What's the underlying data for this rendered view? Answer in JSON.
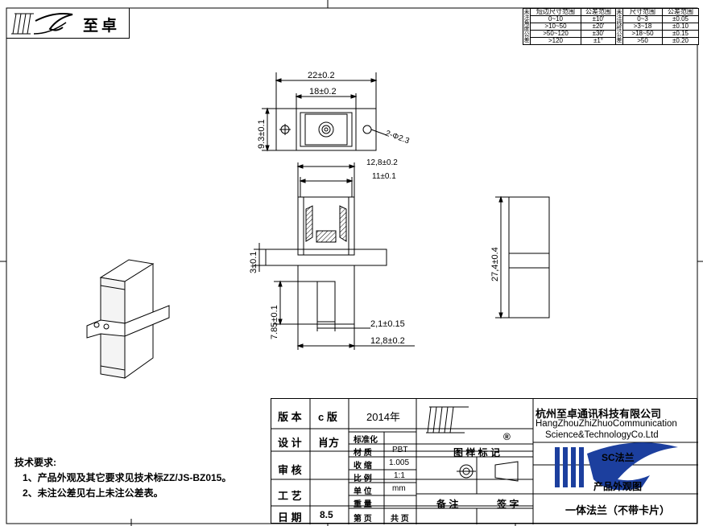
{
  "logo": {
    "company_short": "至卓"
  },
  "tolerance": {
    "angle": {
      "side_label": [
        "未",
        "注",
        "角",
        "度",
        "公",
        "差"
      ],
      "headers": [
        "短边尺寸范围",
        "公差范围"
      ],
      "rows": [
        [
          "0~10",
          "±10'"
        ],
        [
          ">10~50",
          "±20'"
        ],
        [
          ">50~120",
          "±30'"
        ],
        [
          ">120",
          "±1°"
        ]
      ]
    },
    "linear": {
      "side_label": [
        "未",
        "注",
        "线",
        "性",
        "公",
        "差"
      ],
      "headers": [
        "尺寸范围",
        "公差范围"
      ],
      "rows": [
        [
          "0~3",
          "±0.05"
        ],
        [
          ">3~18",
          "±0.10"
        ],
        [
          ">18~50",
          "±0.15"
        ],
        [
          ">50",
          "±0.20"
        ]
      ]
    }
  },
  "dimensions": {
    "top_overall_width": "22±0.2",
    "top_inner_width": "18±0.2",
    "top_height": "9.3±0.1",
    "hole_callout": "2-Φ2.3",
    "front_width_1": "12,8±0.2",
    "front_width_2": "11±0.1",
    "flange_thickness": "3±0.1",
    "front_lower_height": "7.85±0.1",
    "slot_width": "2,1±0.15",
    "front_bottom_width": "12,8±0.2",
    "side_height": "27,4±0.4"
  },
  "notes": {
    "heading": "技术要求:",
    "items": [
      "1、产品外观及其它要求见技术标ZZ/JS-BZ015。",
      "2、未注公差见右上未注公差表。"
    ]
  },
  "title_block": {
    "version_label": "版 本",
    "version_value": "c 版",
    "year": "2014年",
    "design_label": "设 计",
    "designer": "肖方",
    "standard_label": "标准化",
    "review_label": "审 核",
    "process_label": "工 艺",
    "date_label": "日 期",
    "date_value": "8.5",
    "material_label": "材 质",
    "material_value": "PBT",
    "shrink_label": "收 缩",
    "shrink_value": "1.005",
    "scale_label": "比 例",
    "scale_value": "1:1",
    "unit_label": "单 位",
    "unit_value": "mm",
    "weight_label": "重 量",
    "page_label": "第 页",
    "total_label": "共 页",
    "drawing_mark": "图 样 标 记",
    "remark_label": "备 注",
    "sign_label": "签 字",
    "company_cn": "杭州至卓通讯科技有限公司",
    "company_en_1": "HangZhouZhiZhuoCommunication",
    "company_en_2": "Science&TechnologyCo.Ltd",
    "product_code": "SC法兰",
    "drawing_name": "产品外观图",
    "product_name": "一体法兰（不带卡片）",
    "registered": "®"
  }
}
